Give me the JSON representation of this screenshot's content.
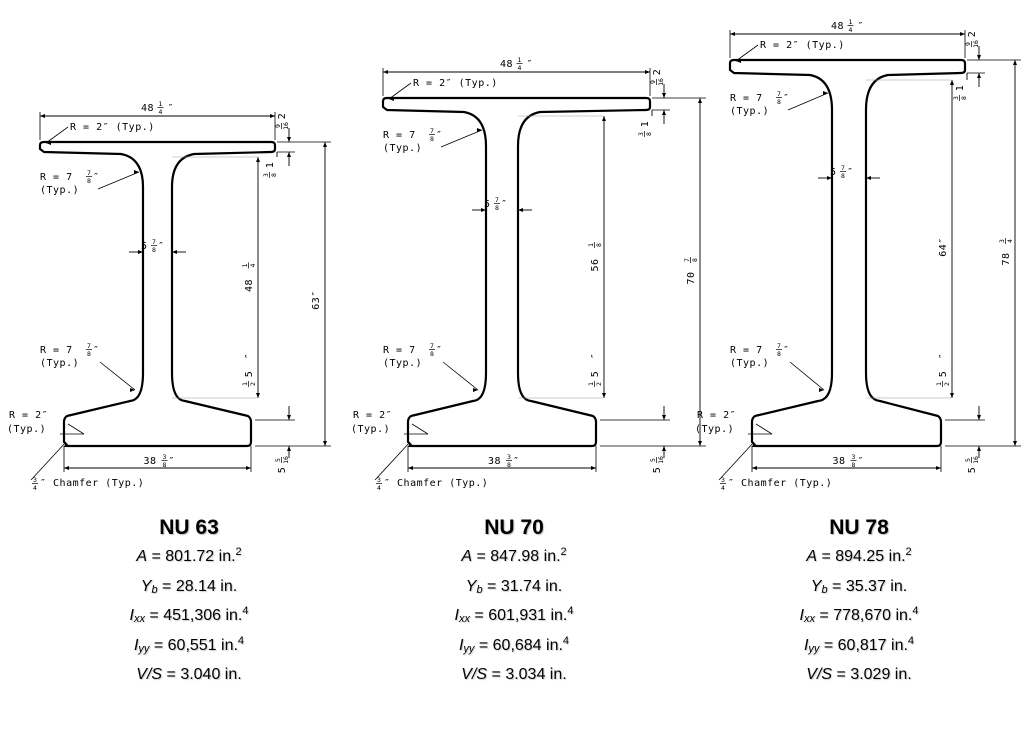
{
  "sections": [
    {
      "name": "NU 63",
      "top_flange_width": "48",
      "bottom_flange_width": "38",
      "web_thickness": "5",
      "total_height": "63″",
      "web_height": "48",
      "flange_radius_label": "R = 7",
      "flange_radius_typ": "(Typ.)",
      "top_radius_label": "R = 2″ (Typ.)",
      "bottom_radius_label": "R = 2″",
      "bottom_radius_typ": "(Typ.)",
      "chamfer_label": "″ Chamfer (Typ.)",
      "props": {
        "A": {
          "sym": "A",
          "sub": "",
          "value": " = 801.72 in.",
          "sup": "2"
        },
        "Yb": {
          "sym": "Y",
          "sub": "b",
          "value": " = 28.14 in.",
          "sup": ""
        },
        "Ixx": {
          "sym": "I",
          "sub": "xx",
          "value": " = 451,306 in.",
          "sup": "4"
        },
        "Iyy": {
          "sym": "I",
          "sub": "yy",
          "value": " = 60,551 in.",
          "sup": "4"
        },
        "VS": {
          "sym": "V/S",
          "sub": "",
          "value": " = 3.040 in.",
          "sup": ""
        }
      }
    },
    {
      "name": "NU 70",
      "top_flange_width": "48",
      "bottom_flange_width": "38",
      "web_thickness": "5",
      "total_height": "70",
      "web_height": "56",
      "flange_radius_label": "R = 7",
      "flange_radius_typ": "(Typ.)",
      "top_radius_label": "R = 2″ (Typ.)",
      "bottom_radius_label": "R = 2″",
      "bottom_radius_typ": "(Typ.)",
      "chamfer_label": "″ Chamfer (Typ.)",
      "props": {
        "A": {
          "sym": "A",
          "sub": "",
          "value": " = 847.98 in.",
          "sup": "2"
        },
        "Yb": {
          "sym": "Y",
          "sub": "b",
          "value": " = 31.74 in.",
          "sup": ""
        },
        "Ixx": {
          "sym": "I",
          "sub": "xx",
          "value": " = 601,931 in.",
          "sup": "4"
        },
        "Iyy": {
          "sym": "I",
          "sub": "yy",
          "value": " = 60,684 in.",
          "sup": "4"
        },
        "VS": {
          "sym": "V/S",
          "sub": "",
          "value": " = 3.034 in.",
          "sup": ""
        }
      }
    },
    {
      "name": "NU 78",
      "top_flange_width": "48",
      "bottom_flange_width": "38",
      "web_thickness": "5",
      "total_height": "78",
      "web_height": "64″",
      "flange_radius_label": "R = 7",
      "flange_radius_typ": "(Typ.)",
      "top_radius_label": "R = 2″ (Typ.)",
      "bottom_radius_label": "R = 2″",
      "bottom_radius_typ": "(Typ.)",
      "chamfer_label": "″ Chamfer (Typ.)",
      "props": {
        "A": {
          "sym": "A",
          "sub": "",
          "value": " = 894.25 in.",
          "sup": "2"
        },
        "Yb": {
          "sym": "Y",
          "sub": "b",
          "value": " = 35.37 in.",
          "sup": ""
        },
        "Ixx": {
          "sym": "I",
          "sub": "xx",
          "value": " = 778,670 in.",
          "sup": "4"
        },
        "Iyy": {
          "sym": "I",
          "sub": "yy",
          "value": " = 60,817 in.",
          "sup": "4"
        },
        "VS": {
          "sym": "V/S",
          "sub": "",
          "value": " = 3.029 in.",
          "sup": ""
        }
      }
    }
  ]
}
